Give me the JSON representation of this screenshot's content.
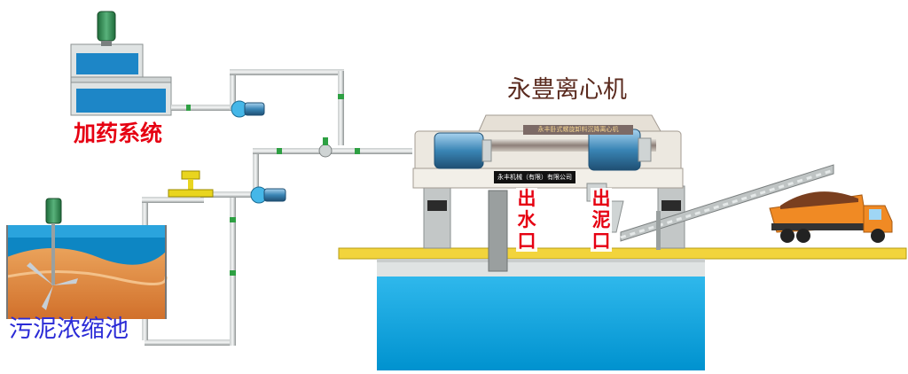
{
  "labels": {
    "dosing_system": "加药系统",
    "sludge_tank": "污泥浓缩池",
    "machine_title": "永豊离心机",
    "water_outlet": "出水口",
    "sludge_outlet": "出泥口",
    "nameplate": "永丰机械（有限）有限公司",
    "machine_band": "永丰卧式螺旋卸料沉降离心机"
  },
  "colors": {
    "pipe": "#a8adad",
    "platform_yellow": "#f2d43c",
    "pool_blue": "#00a6e0",
    "mud_orange": "#e2843a",
    "motor_blue": "#3a85b5",
    "label_red": "#e60012"
  },
  "icons": [
    "agitator-motor-icon",
    "pump-icon",
    "valve-icon",
    "dump-truck-icon",
    "conveyor-icon",
    "centrifuge-icon"
  ]
}
